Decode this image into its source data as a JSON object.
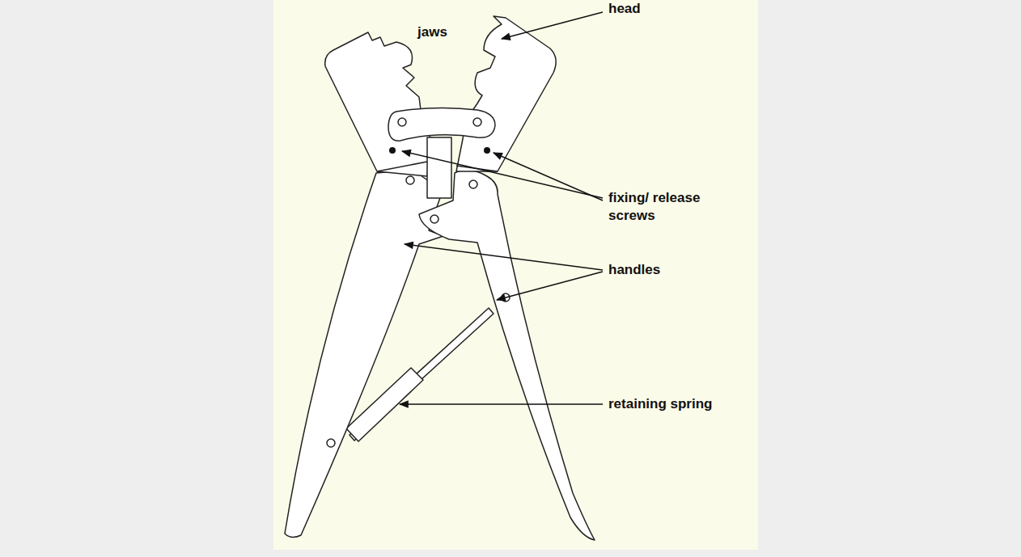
{
  "diagram": {
    "labels": [
      "jaws",
      "head",
      "fixing/ release screws",
      "handles",
      "retaining spring"
    ]
  }
}
